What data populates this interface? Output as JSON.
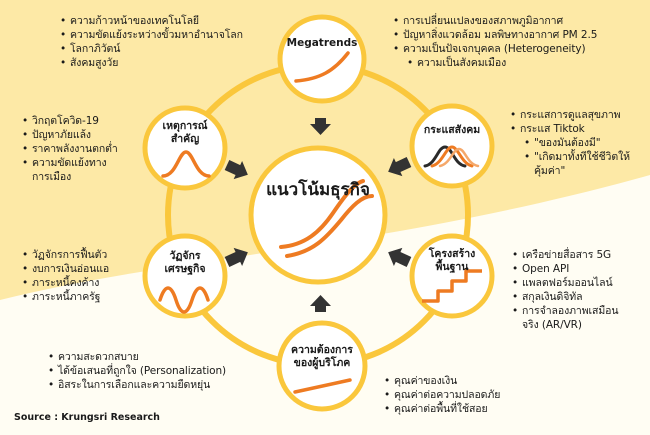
{
  "center": {
    "title": "แนวโน้มธุรกิจ"
  },
  "nodes": {
    "megatrends": {
      "label": "Megatrends"
    },
    "social": {
      "label": "กระแสสังคม"
    },
    "infra": {
      "label_1": "โครงสร้าง",
      "label_2": "พื้นฐาน"
    },
    "consumer": {
      "label_1": "ความต้องการ",
      "label_2": "ของผู้บริโภค"
    },
    "cycle": {
      "label_1": "วัฏจักร",
      "label_2": "เศรษฐกิจ"
    },
    "events": {
      "label_1": "เหตุการณ์",
      "label_2": "สำคัญ"
    }
  },
  "lists": {
    "megatrends_left": [
      "ความก้าวหน้าของเทคโนโลยี",
      "ความขัดแย้งระหว่างขั้วมหาอำนาจโลก",
      "โลกาภิวัตน์",
      "สังคมสูงวัย"
    ],
    "megatrends_right": [
      "การเปลี่ยนแปลงของสภาพภูมิอากาศ",
      "ปัญหาสิ่งแวดล้อม มลพิษทางอากาศ PM 2.5",
      "ความเป็นปัจเจกบุคคล (Heterogeneity)",
      "ความเป็นสังคมเมือง"
    ],
    "social": {
      "item_1": "กระแสการดูแลสุขภาพ",
      "item_2": "กระแส Tiktok",
      "item_3": "\"ของมันต้องมี\"",
      "item_4_line1": "\"เกิดมาทั้งทีใช้ชีวิตให้",
      "item_4_line2": "คุ้มค่า\""
    },
    "infra": {
      "item_1": "เครือข่ายสื่อสาร 5G",
      "item_2": "Open API",
      "item_3": "แพลตฟอร์มออนไลน์",
      "item_4": "สกุลเงินดิจิทัล",
      "item_5_line1": "การจำลองภาพเสมือน",
      "item_5_line2": "จริง (AR/VR)"
    },
    "consumer_right": [
      "คุณค่าของเงิน",
      "คุณค่าต่อความปลอดภัย",
      "คุณค่าต่อพื้นที่ใช้สอย"
    ],
    "consumer_left": [
      "ความสะดวกสบาย",
      "ได้ข้อเสนอที่ถูกใจ (Personalization)",
      "อิสระในการเลือกและความยืดหยุ่น"
    ],
    "cycle": [
      "วัฏจักรการฟื้นตัว",
      "งบการเงินอ่อนแอ",
      "ภาระหนี้คงค้าง",
      "ภาระหนี้ภาครัฐ"
    ],
    "events": {
      "item_1": "วิกฤตโควิด-19",
      "item_2": "ปัญหาภัยแล้ง",
      "item_3": "ราคาพลังงานตกต่ำ",
      "item_4_line1": "ความขัดแย้งทาง",
      "item_4_line2": "การเมือง"
    }
  },
  "source": "Source : Krungsri Research",
  "colors": {
    "background": "#fde9a6",
    "ring": "#fac73c",
    "accent": "#ee7b22",
    "curve_dark": "#2a2a2a",
    "arrow": "#333333"
  }
}
